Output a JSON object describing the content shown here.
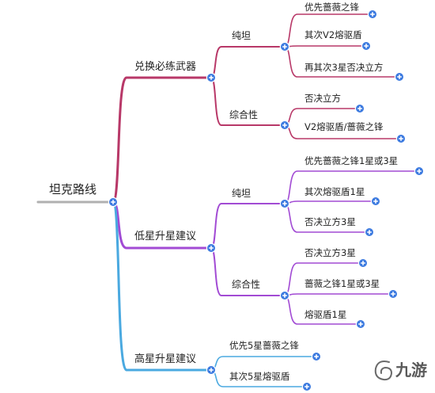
{
  "root": {
    "label": "坦克路线"
  },
  "branches": [
    {
      "label": "兑换必练武器",
      "color": "#b83868",
      "groups": [
        {
          "label": "纯坦",
          "leaves": [
            "优先蔷薇之锋",
            "其次V2熔驱盾",
            "再其次3星否决立方"
          ]
        },
        {
          "label": "综合性",
          "leaves": [
            "否决立方",
            "V2熔驱盾/蔷薇之锋"
          ]
        }
      ]
    },
    {
      "label": "低星升星建议",
      "color": "#a24bd4",
      "groups": [
        {
          "label": "纯坦",
          "leaves": [
            "优先蔷薇之锋1星或3星",
            "其次熔驱盾1星",
            "否决立方3星"
          ]
        },
        {
          "label": "综合性",
          "leaves": [
            "否决立方3星",
            "蔷薇之锋1星或3星",
            "熔驱盾1星"
          ]
        }
      ]
    },
    {
      "label": "高星升星建议",
      "color": "#4aa9e0",
      "leaves": [
        "优先5星蔷薇之锋",
        "其次5星熔驱盾"
      ]
    }
  ],
  "colors": {
    "plus": "#3d7be0",
    "root_line": "#b0b0b0"
  },
  "watermark": {
    "label": "九游"
  }
}
